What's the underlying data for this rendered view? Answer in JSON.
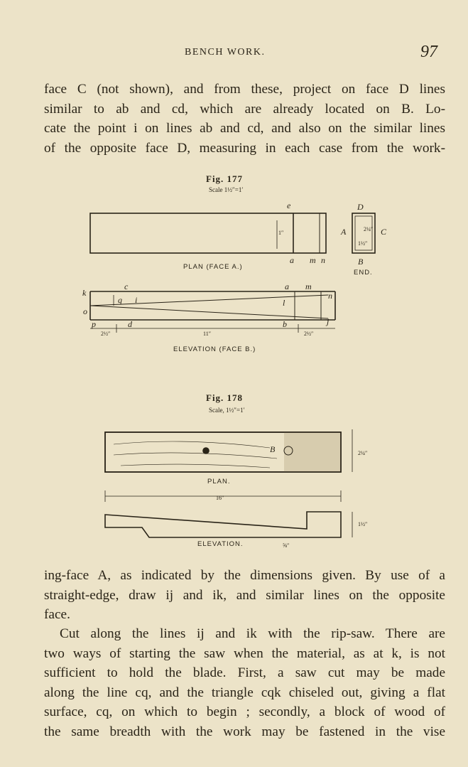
{
  "header": {
    "running_head": "BENCH WORK.",
    "page_number": "97"
  },
  "paragraph_1": [
    "face C (not shown), and from these, project on face D lines",
    "similar to ab and cd, which are already located on B. Lo-",
    "cate the point i on lines ab and cd, and also on the similar lines",
    "of the opposite face D, measuring in each case from the work-"
  ],
  "figure_177": {
    "title": "Fig. 177",
    "scale": "Scale 1½″=1′",
    "plan_caption": "PLAN (FACE A.)",
    "end_caption": "END.",
    "elevation_caption": "ELEVATION (FACE B.)",
    "labels": {
      "e": "e",
      "a": "a",
      "m": "m",
      "n": "n",
      "D": "D",
      "A": "A",
      "B": "B",
      "C": "C",
      "k": "k",
      "c": "c",
      "o": "o",
      "p": "p",
      "d": "d",
      "b": "b",
      "i": "i",
      "l": "l",
      "j": "j",
      "q": "q"
    },
    "dimensions": {
      "plan_one": "1″",
      "end_depth": "2¼″",
      "end_width": "1½″",
      "elev_left": "2½″",
      "elev_mid": "11″",
      "elev_right": "2½″"
    }
  },
  "figure_178": {
    "title": "Fig. 178",
    "scale": "Scale, 1½″=1′",
    "plan_caption": "PLAN.",
    "elevation_caption": "ELEVATION.",
    "labels": {
      "B": "B"
    },
    "dimensions": {
      "plan_width": "2¼″",
      "length": "16″",
      "elev_height": "1½″",
      "elev_notch": "⅝″"
    }
  },
  "paragraph_2": [
    "ing-face A, as indicated by the dimensions given.  By use of a",
    "straight-edge, draw ij and ik, and similar lines on the opposite",
    "face."
  ],
  "paragraph_3": [
    "Cut along the lines ij and ik with the rip-saw.  There are",
    "two ways of starting the saw when the material, as at k, is not",
    "sufficient to hold the blade.  First, a saw cut may be made",
    "along the line cq, and the triangle cqk chiseled out, giving a flat",
    "surface, cq, on which to begin ; secondly, a block of wood of",
    "the same breadth with the work may be fastened in the vise"
  ]
}
